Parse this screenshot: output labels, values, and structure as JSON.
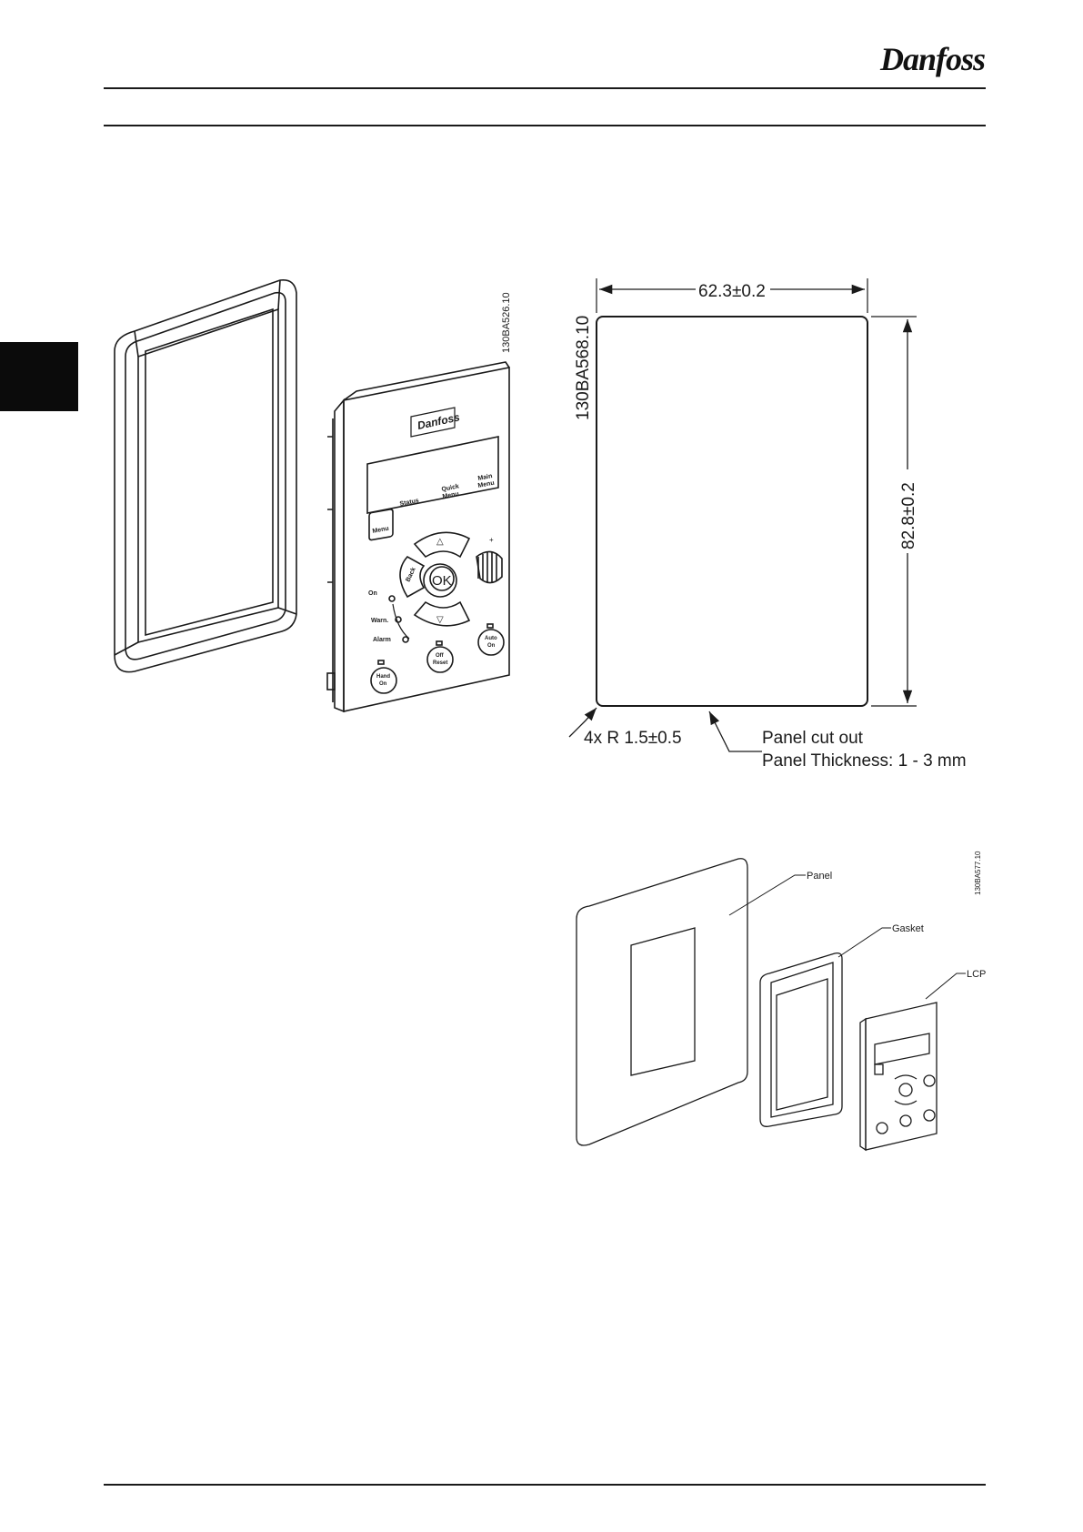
{
  "header": {
    "brand": "Danfoss"
  },
  "fig1": {
    "code": "130BA526.10",
    "lcp": {
      "brand": "Danfoss",
      "keys": {
        "status": "Status",
        "quick1": "Quick",
        "quick2": "Menu",
        "main1": "Main",
        "main2": "Menu",
        "menu": "Menu",
        "back": "Back",
        "ok": "OK",
        "on": "On",
        "warn": "Warn.",
        "alarm": "Alarm",
        "hand1": "Hand",
        "hand2": "On",
        "off1": "Off",
        "off2": "Reset",
        "auto1": "Auto",
        "auto2": "On"
      }
    }
  },
  "fig2": {
    "code": "130BA568.10",
    "width_dim": "62.3±0.2",
    "height_dim": "82.8±0.2",
    "radius_note": "4x R 1.5±0.5",
    "cutout_label": "Panel cut out",
    "thickness_label": "Panel Thickness: 1 - 3 mm"
  },
  "fig3": {
    "code": "130BA577.10",
    "panel_label": "Panel",
    "gasket_label": "Gasket",
    "lcp_label": "LCP"
  }
}
